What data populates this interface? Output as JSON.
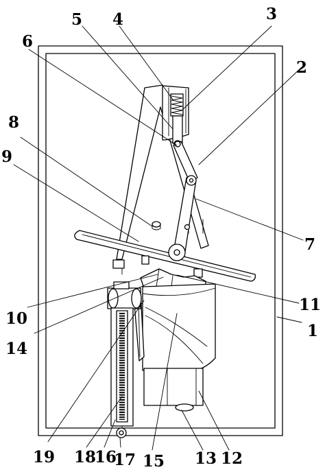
{
  "labels": {
    "n1": "1",
    "n2": "2",
    "n3": "3",
    "n4": "4",
    "n5": "5",
    "n6": "6",
    "n7": "7",
    "n8": "8",
    "n9": "9",
    "n10": "10",
    "n11": "11",
    "n12": "12",
    "n13": "13",
    "n14": "14",
    "n15": "15",
    "n16": "16",
    "n17": "17",
    "n18": "18",
    "n19": "19"
  }
}
